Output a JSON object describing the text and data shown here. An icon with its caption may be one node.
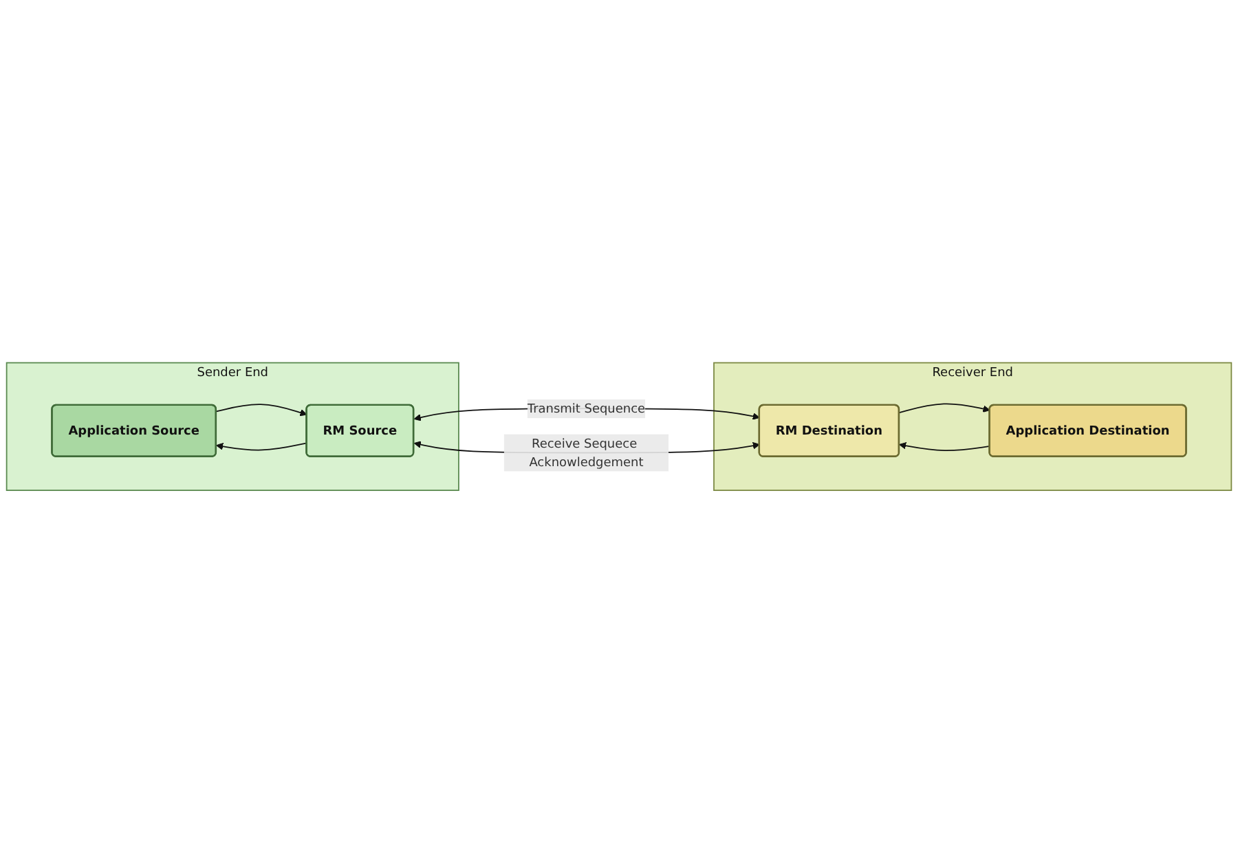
{
  "diagram": {
    "nodes": [
      {
        "text": [
          "Sender End"
        ]
      },
      {
        "text": [
          "Application Source"
        ],
        "in": 0
      },
      {
        "text": [
          "RM Source"
        ],
        "in": 0
      },
      {
        "text": [
          "Receiver End"
        ]
      },
      {
        "text": [
          "Application Destination"
        ],
        "in": 3
      },
      {
        "text": [
          "RM Destination"
        ],
        "in": 3
      }
    ],
    "edges": [
      {
        "from": 2,
        "to": 1,
        "arrow": "to"
      },
      {
        "from": 1,
        "to": 2,
        "arrow": "to"
      },
      {
        "from": 5,
        "to": 4,
        "arrow": "to"
      },
      {
        "from": 4,
        "to": 5,
        "arrow": "to"
      },
      {
        "from": 2,
        "to": 5,
        "arrow": "both",
        "label": "Transmit Sequence"
      },
      {
        "from": 2,
        "to": 5,
        "arrow": "both",
        "label": "Receive Sequece Acknowledgement"
      }
    ]
  }
}
